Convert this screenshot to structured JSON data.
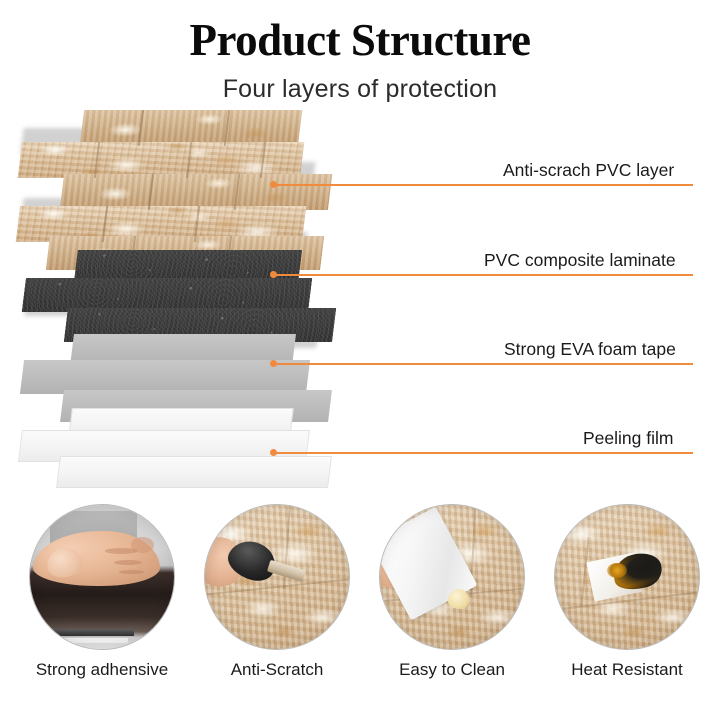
{
  "header": {
    "title": "Product Structure",
    "subtitle": "Four layers of protection"
  },
  "colors": {
    "accent": "#F08A3C",
    "text": "#1B1B1B",
    "title": "#0B0B0B",
    "stone": "#D5B68F",
    "charcoal": "#3A3A3A",
    "gray": "#BDBDBD",
    "film": "#F4F4F4"
  },
  "structure": {
    "layers": [
      {
        "id": "anti-scratch-pvc",
        "label": "Anti-scrach PVC layer",
        "material": "stone-tile"
      },
      {
        "id": "pvc-composite-laminate",
        "label": "PVC composite laminate",
        "material": "charcoal-foam"
      },
      {
        "id": "strong-eva-foam-tape",
        "label": "Strong EVA foam tape",
        "material": "gray-foam"
      },
      {
        "id": "peeling-film",
        "label": "Peeling film",
        "material": "white-film"
      }
    ]
  },
  "features": [
    {
      "id": "strong-adhesive",
      "caption": "Strong adhensive",
      "photo": "thumb-pressing-tile-photo"
    },
    {
      "id": "anti-scratch",
      "caption": "Anti-Scratch",
      "photo": "key-scratching-tile-photo"
    },
    {
      "id": "easy-to-clean",
      "caption": "Easy to Clean",
      "photo": "towel-wiping-tile-photo"
    },
    {
      "id": "heat-resistant",
      "caption": "Heat Resistant",
      "photo": "burn-mark-on-tile-photo"
    }
  ]
}
